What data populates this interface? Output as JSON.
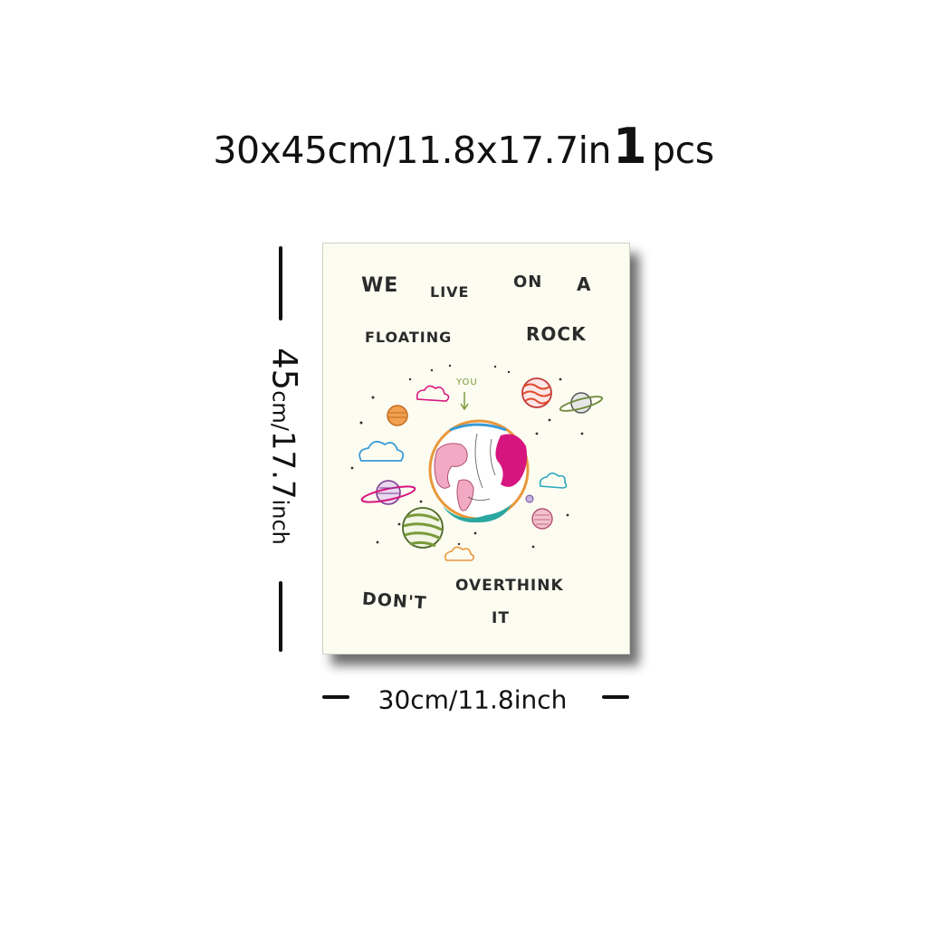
{
  "headline": {
    "size_text": "30x45cm/11.8x17.7in",
    "quantity": "1",
    "unit": "pcs"
  },
  "poster": {
    "line1": [
      "WE",
      "LIVE",
      "ON",
      "A"
    ],
    "line2": [
      "FLOATING",
      "ROCK"
    ],
    "you_label": "YOU",
    "line3": [
      "DON'T",
      "OVERTHINK",
      "IT"
    ],
    "background_color": "#fdfcf1"
  },
  "dimensions": {
    "height_number": "45",
    "height_unit": "cm/",
    "height_inch_value": "17.7",
    "height_inch_unit": "inch",
    "width_label": "30cm/11.8inch"
  },
  "colors": {
    "text": "#111111",
    "magenta": "#d6157f",
    "pink": "#f2a9c3",
    "orange": "#e9973a",
    "teal": "#2aa7a0",
    "green": "#7a9a3a"
  }
}
